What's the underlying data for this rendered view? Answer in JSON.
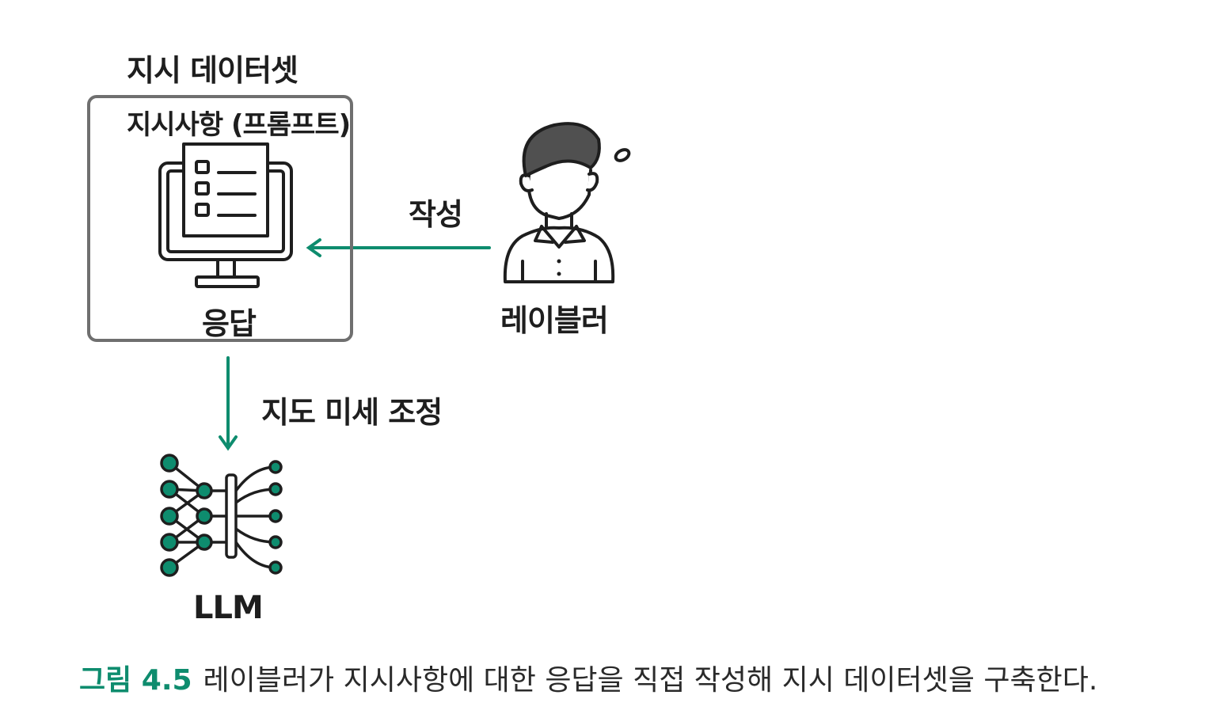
{
  "diagram": {
    "dataset_title": "지시 데이터셋",
    "instruction_label": "지시사항 (프롬프트)",
    "response_label": "응답",
    "write_label": "작성",
    "labeler_label": "레이블러",
    "finetune_label": "지도 미세 조정",
    "llm_label": "LLM",
    "accent_color": "#0e8c6e",
    "icons": [
      "monitor-checklist-icon",
      "labeler-person-icon",
      "llm-network-icon"
    ]
  },
  "caption": {
    "number": "그림 4.5",
    "text": "레이블러가 지시사항에 대한 응답을 직접 작성해 지시 데이터셋을 구축한다."
  }
}
